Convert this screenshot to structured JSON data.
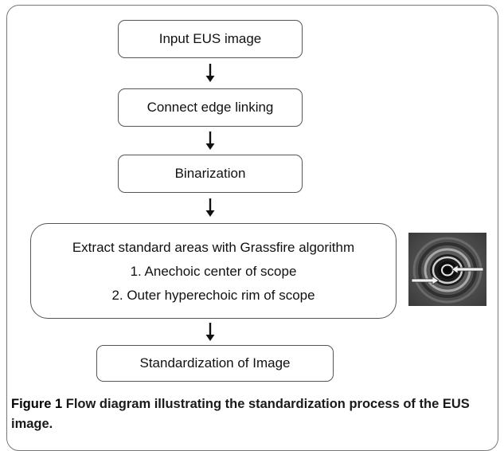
{
  "flow": {
    "step1": "Input EUS image",
    "step2": "Connect edge linking",
    "step3": "Binarization",
    "step4": {
      "title": "Extract standard areas with Grassfire algorithm",
      "item1": "1. Anechoic center of scope",
      "item2": "2. Outer hyperechoic rim of scope"
    },
    "step5": "Standardization of Image"
  },
  "caption": {
    "label": "Figure 1",
    "text": " Flow diagram illustrating the standardization process of the EUS image."
  },
  "colors": {
    "border": "#555555",
    "frame": "#777777",
    "arrow": "#111111"
  }
}
